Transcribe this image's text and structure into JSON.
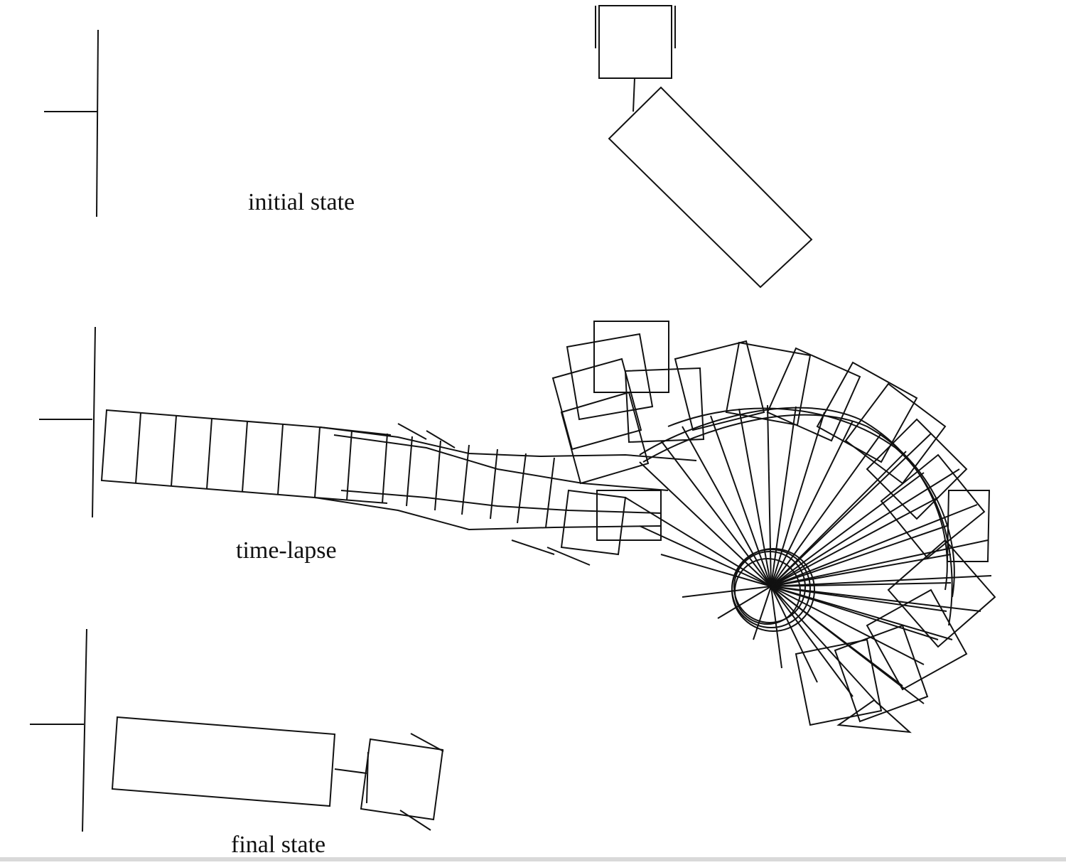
{
  "captions": {
    "initial": "initial state",
    "timelapse": "time-lapse",
    "final": "final state"
  },
  "colors": {
    "ink": "#111111",
    "background": "#ffffff"
  }
}
